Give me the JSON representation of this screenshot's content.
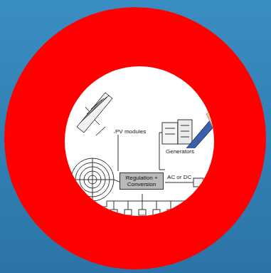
{
  "diagram": {
    "nodes": [
      {
        "text": [
          "Regulation + Conversion"
        ]
      }
    ],
    "labels": [
      "PV modules",
      "Generators",
      "AC or DC"
    ]
  }
}
